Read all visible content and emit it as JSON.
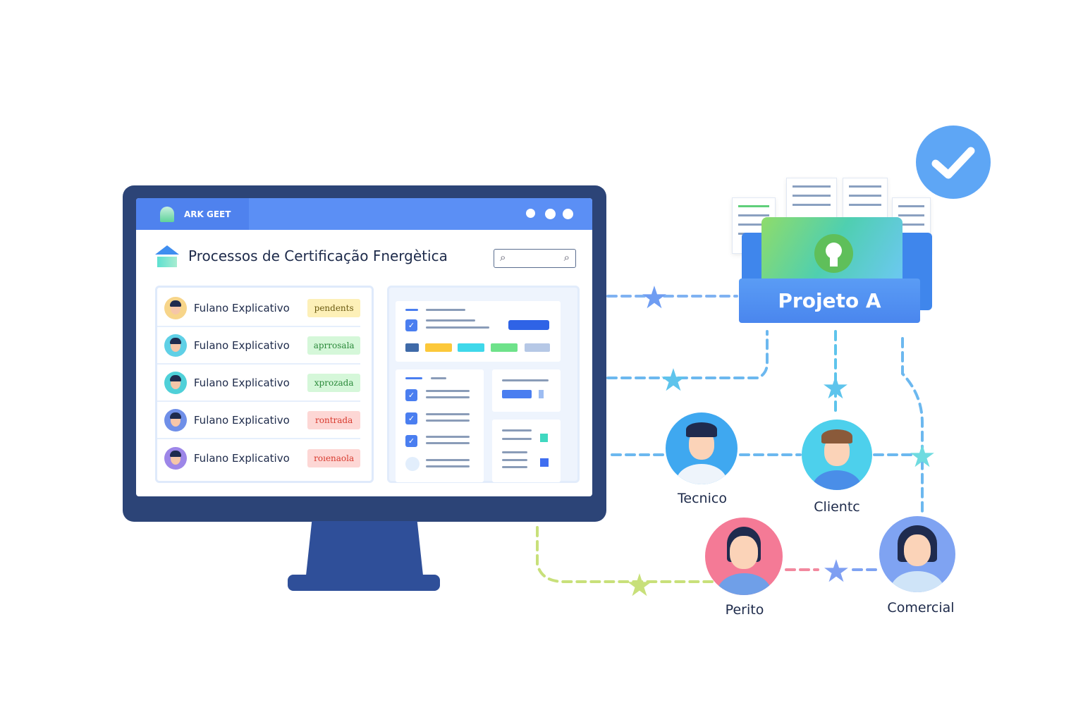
{
  "app": {
    "brand": "ARK GEET",
    "page_title": "Processos de Certificação Fnergètica"
  },
  "list": [
    {
      "name": "Fulano Explicativo",
      "status": "pendents",
      "bg": "#fdf0b8",
      "fg": "#6b5a10",
      "avatar": "#f7d58a"
    },
    {
      "name": "Fulano Explicativo",
      "status": "aprrosala",
      "bg": "#d5f7d9",
      "fg": "#2b8a3a",
      "avatar": "#5fd0e6"
    },
    {
      "name": "Fulano Explicativo",
      "status": "xprozada",
      "bg": "#d5f7d9",
      "fg": "#2b8a3a",
      "avatar": "#4fd0d8"
    },
    {
      "name": "Fulano Explicativo",
      "status": "rontrada",
      "bg": "#fdd7d5",
      "fg": "#d83a2e",
      "avatar": "#6f8fe8"
    },
    {
      "name": "Fulano Explicativo",
      "status": "roıenaola",
      "bg": "#fdd7d5",
      "fg": "#d83a2e",
      "avatar": "#9d86e8"
    }
  ],
  "project": {
    "label": "Projeto A"
  },
  "people": [
    {
      "name": "Tecnico",
      "color": "#3fa8f0"
    },
    {
      "name": "Clientc",
      "color": "#4dd0ec"
    },
    {
      "name": "Perito",
      "color": "#f47a96"
    },
    {
      "name": "Comercial",
      "color": "#7fa3f2"
    }
  ]
}
